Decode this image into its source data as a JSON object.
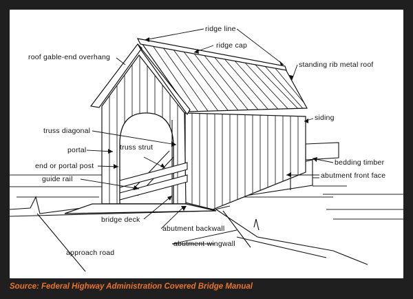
{
  "labels": {
    "ridge_line": "ridge line",
    "ridge_cap": "ridge cap",
    "roof_gable_end_overhang": "roof gable-end overhang",
    "standing_rib_metal_roof": "standing rib metal roof",
    "siding": "siding",
    "truss_diagonal": "truss diagonal",
    "portal": "portal",
    "truss_strut": "truss strut",
    "end_or_portal_post": "end or portal post",
    "guide_rail": "guide rail",
    "bedding_timber": "bedding timber",
    "abutment_front_face": "abutment front face",
    "bridge_deck": "bridge deck",
    "abutment_backwall": "abutment backwall",
    "abutment_wingwall": "abutment wingwall",
    "approach_road": "approach road"
  },
  "source_caption": "Source: Federal Highway Administration Covered Bridge Manual",
  "colors": {
    "frame": "#1f1f1f",
    "caption": "#e8742a",
    "line": "#111111"
  }
}
